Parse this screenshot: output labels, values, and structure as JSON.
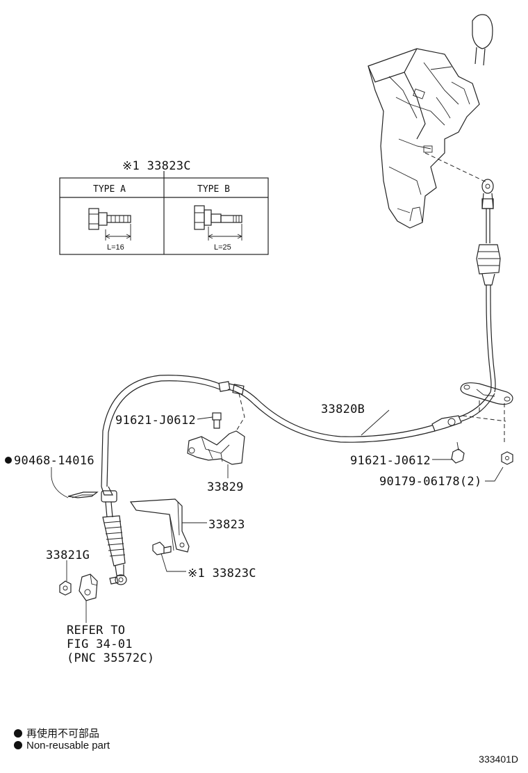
{
  "labels": {
    "table_ref": "※1 33823C",
    "type_a": "TYPE A",
    "type_b": "TYPE B",
    "len_a": "L=16",
    "len_b": "L=25",
    "bolt_top": "91621-J0612",
    "cable": "33820B",
    "bracket_small": "33829",
    "clip": "90468-14016",
    "bracket": "33823",
    "ref_33823c": "※1 33823C",
    "nut_left": "33821G",
    "refer_1": "REFER TO",
    "refer_2": "FIG 34-01",
    "refer_3": "(PNC 35572C)",
    "bolt_right": "91621-J0612",
    "nut_right": "90179-06178(2)"
  },
  "legend": {
    "jp": "再使用不可部品",
    "en": "Non-reusable part"
  },
  "figure_code": "333401D"
}
